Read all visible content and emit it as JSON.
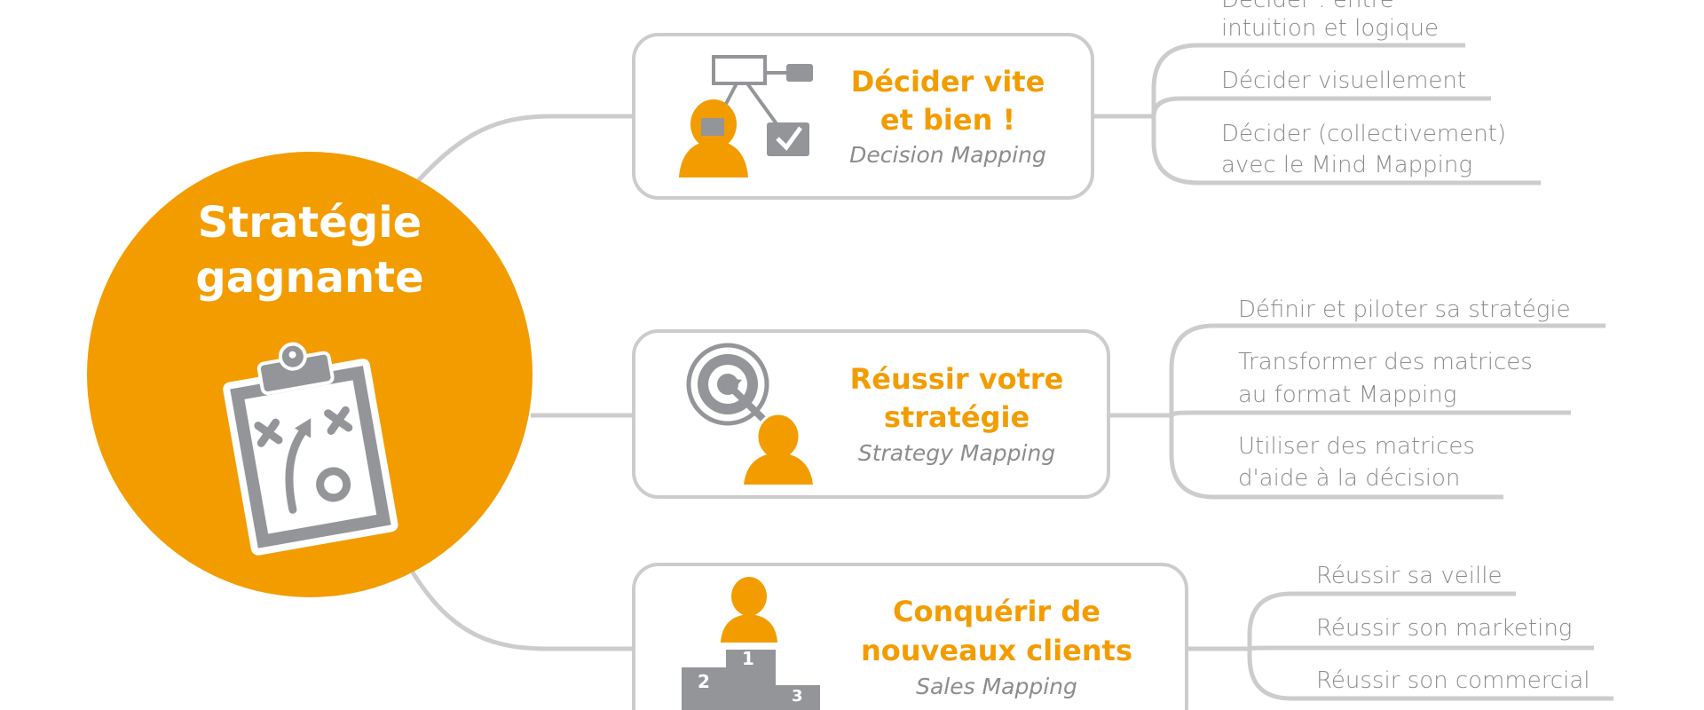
{
  "center": {
    "line1": "Stratégie",
    "line2": "gagnante"
  },
  "colors": {
    "accent": "#f39c00",
    "gray": "#939598",
    "line": "#cccccc"
  },
  "branches": [
    {
      "title_line1": "Décider vite",
      "title_line2": "et bien !",
      "subtitle": "Decision Mapping",
      "leaves": [
        {
          "line1": "Décider : entre",
          "line2": "intuition et logique"
        },
        {
          "line1": "Décider visuellement"
        },
        {
          "line1": "Décider (collectivement)",
          "line2": "avec le Mind Mapping"
        }
      ]
    },
    {
      "title_line1": "Réussir votre",
      "title_line2": "stratégie",
      "subtitle": "Strategy Mapping",
      "leaves": [
        {
          "line1": "Définir et piloter sa stratégie"
        },
        {
          "line1": "Transformer des matrices",
          "line2": "au format Mapping"
        },
        {
          "line1": "Utiliser des matrices",
          "line2": "d'aide à la décision"
        }
      ]
    },
    {
      "title_line1": "Conquérir de",
      "title_line2": "nouveaux clients",
      "subtitle": "Sales Mapping",
      "podium": [
        "1",
        "2",
        "3"
      ],
      "leaves": [
        {
          "line1": "Réussir sa veille"
        },
        {
          "line1": "Réussir son marketing"
        },
        {
          "line1": "Réussir son commercial"
        }
      ]
    }
  ]
}
